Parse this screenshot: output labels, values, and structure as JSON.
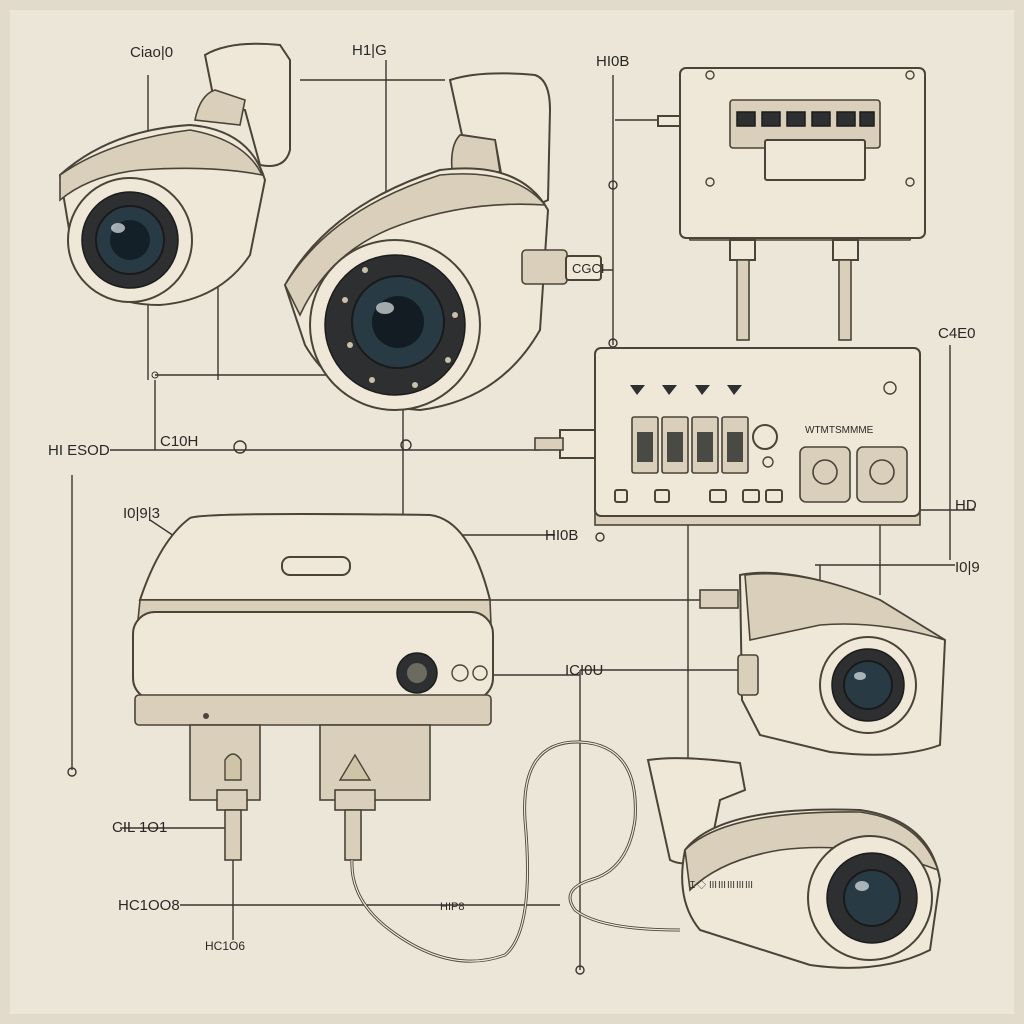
{
  "diagram": {
    "labels": {
      "top_left": "Ciao|0",
      "top_mid": "H1|G",
      "top_right": "HI0B",
      "right_upper": "C4E0",
      "left_mid": "HI ESOD",
      "mid_junction": "C10H",
      "modem_label": "I0|9|3",
      "modem_mid": "HI0B",
      "right_mid": "HD",
      "right_lower": "I0|9",
      "junction_lower": "ICI0U",
      "bottom_left_1": "CIL 1O1",
      "bottom_left_2": "HC1OO8",
      "bottom_mid": "HIP8",
      "bottom_left_3": "HC1O6",
      "cam2_plug": "CGCI",
      "nvr_panel": "WTMTSMMME"
    }
  }
}
